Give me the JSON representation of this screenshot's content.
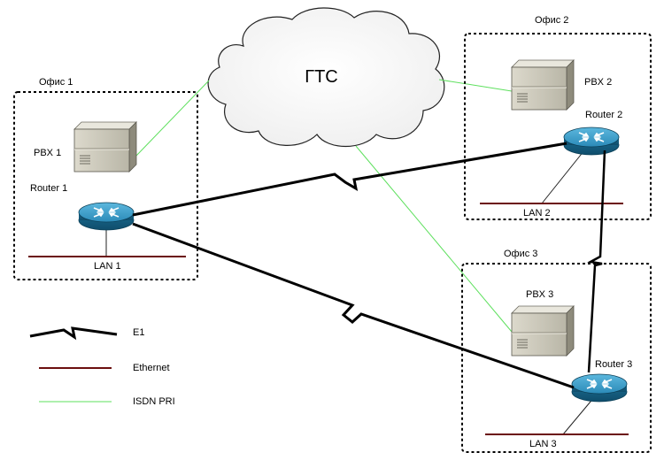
{
  "cloud": {
    "label": "ГТС"
  },
  "offices": [
    {
      "id": "office1",
      "title": "Офис 1",
      "pbx": "PBX 1",
      "router": "Router 1",
      "lan": "LAN 1"
    },
    {
      "id": "office2",
      "title": "Офис 2",
      "pbx": "PBX 2",
      "router": "Router 2",
      "lan": "LAN 2"
    },
    {
      "id": "office3",
      "title": "Офис 3",
      "pbx": "PBX 3",
      "router": "Router 3",
      "lan": "LAN 3"
    }
  ],
  "legend": [
    {
      "type": "e1",
      "label": "E1"
    },
    {
      "type": "ethernet",
      "label": "Ethernet"
    },
    {
      "type": "isdn",
      "label": "ISDN PRI"
    }
  ],
  "colors": {
    "e1": "#000000",
    "ethernet": "#6b0f0f",
    "isdn_pri": "#5ee05e",
    "router_body": "#1f7fa8",
    "pbx_body": "#c9c6b8"
  },
  "icons": [
    "cloud-icon",
    "pbx-icon",
    "router-icon"
  ]
}
